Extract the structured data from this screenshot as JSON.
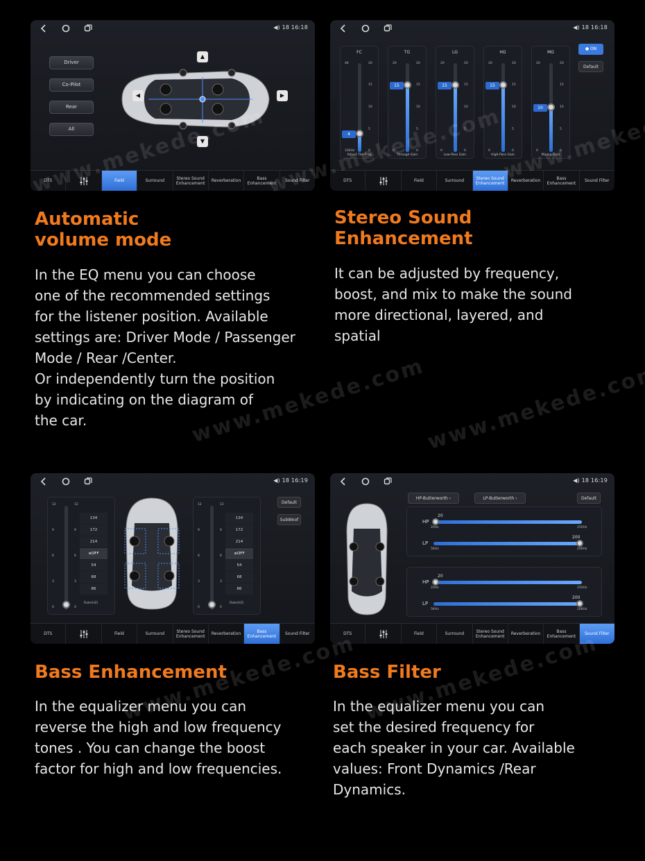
{
  "nav_icons": [
    "back-icon",
    "home-icon",
    "recent-apps-icon"
  ],
  "status_bars": [
    "18 16:18",
    "18 16:18",
    "18 16:19",
    "18 16:19"
  ],
  "tabs": [
    "DTS",
    "",
    "Field",
    "Surround",
    "Stereo Sound\nEnhancement",
    "Reverberation",
    "Bass\nEnhancement",
    "Sound Filter"
  ],
  "accent_color": "#2f6fd6",
  "heading_color": "#f07a1e",
  "watermark": "www.mekede.com",
  "field": {
    "positions": [
      "Driver",
      "Co-Pilot",
      "Rear",
      "All"
    ],
    "active_tab": "Field"
  },
  "stereo": {
    "active_tab": "Stereo Sound Enhancement",
    "on_label": "● ON",
    "default_label": "Default",
    "sliders": [
      {
        "name": "FC",
        "max": "4K",
        "min": "100Hz",
        "value": "4",
        "foot": "Adjust The Freq",
        "fraction": 0.2
      },
      {
        "name": "TG",
        "max": "20",
        "min": "0",
        "value": "15",
        "foot": "Through Gain",
        "fraction": 0.75
      },
      {
        "name": "LG",
        "max": "20",
        "min": "0",
        "value": "15",
        "foot": "Low-Pass Gain",
        "fraction": 0.75
      },
      {
        "name": "HG",
        "max": "20",
        "min": "0",
        "value": "15",
        "foot": "High-Pass Gain",
        "fraction": 0.75
      },
      {
        "name": "MG",
        "max": "20",
        "min": "0",
        "value": "10",
        "foot": "Mixing Gain",
        "fraction": 0.5
      }
    ],
    "right_ticks": [
      "20",
      "15",
      "10",
      "5",
      "0"
    ]
  },
  "bass": {
    "active_tab": "Bass Enhancement",
    "default_label": "Default",
    "subwoof_label": "SubWoof",
    "scale": [
      "12",
      "9",
      "6",
      "3",
      "0"
    ],
    "rates": [
      "134",
      "172",
      "214",
      "≤OFF",
      "54",
      "68",
      "86"
    ],
    "rate_label": "Rate(HZ)"
  },
  "filter": {
    "active_tab": "Sound Filter",
    "hp_type": "HP-Butterworth",
    "lp_type": "LP-Butterworth",
    "default_label": "Default",
    "groups": [
      {
        "hp_label": "HP",
        "hp_value": "20",
        "hp_min": "20Hz",
        "hp_max": "250Hz",
        "lp_label": "LP",
        "lp_value": "200",
        "lp_min": "5KHz",
        "lp_max": "20KHz"
      },
      {
        "hp_label": "HP",
        "hp_value": "20",
        "hp_min": "20Hz",
        "hp_max": "250Hz",
        "lp_label": "LP",
        "lp_value": "200",
        "lp_min": "5KHz",
        "lp_max": "20KHz"
      }
    ]
  },
  "sections": [
    {
      "heading_l1": "Automatic",
      "heading_l2": "volume mode",
      "body": [
        "In the EQ menu you can choose",
        "one of the recommended settings",
        "for the listener position. Available",
        "settings are: Driver Mode / Passenger",
        "Mode / Rear /Center.",
        "Or independently turn the position",
        "by indicating on the diagram of",
        "the car."
      ]
    },
    {
      "heading_l1": "Stereo Sound",
      "heading_l2": "Enhancement",
      "body": [
        "It can be adjusted by frequency,",
        "boost, and mix to make the sound",
        "more directional, layered, and",
        "spatial"
      ]
    },
    {
      "heading_l1": "Bass Enhancement",
      "body": [
        "In the equalizer menu you can",
        "reverse the high and low frequency",
        "tones . You can change the boost",
        "factor for high and low frequencies."
      ]
    },
    {
      "heading_l1": "Bass Filter",
      "body": [
        "In the equalizer menu you can",
        "set the desired frequency for",
        "each speaker in your car. Available",
        "values: Front Dynamics /Rear",
        "Dynamics."
      ]
    }
  ]
}
